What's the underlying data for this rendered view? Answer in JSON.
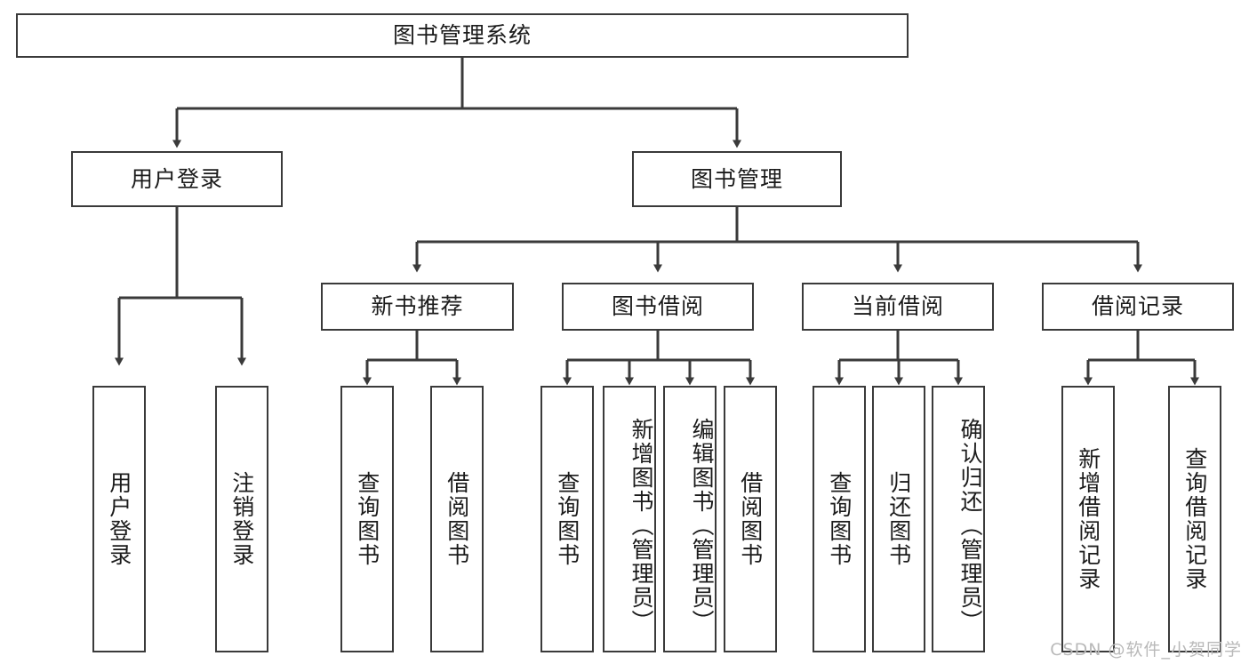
{
  "diagram": {
    "type": "tree",
    "title": "图书管理系统",
    "root": {
      "label": "图书管理系统",
      "orientation": "horizontal"
    },
    "level2": [
      {
        "label": "用户登录",
        "orientation": "horizontal"
      },
      {
        "label": "图书管理",
        "orientation": "horizontal"
      }
    ],
    "level3": [
      {
        "label": "新书推荐",
        "orientation": "horizontal"
      },
      {
        "label": "图书借阅",
        "orientation": "horizontal"
      },
      {
        "label": "当前借阅",
        "orientation": "horizontal"
      },
      {
        "label": "借阅记录",
        "orientation": "horizontal"
      }
    ],
    "leaves": {
      "user_login": [
        {
          "label": "用户登录",
          "orientation": "vertical"
        },
        {
          "label": "注销登录",
          "orientation": "vertical"
        }
      ],
      "new_book_recommend": [
        {
          "label": "查询图书",
          "orientation": "vertical"
        },
        {
          "label": "借阅图书",
          "orientation": "vertical"
        }
      ],
      "book_borrow": [
        {
          "label": "查询图书",
          "orientation": "vertical"
        },
        {
          "label": "新增图书（管理员）",
          "orientation": "vertical"
        },
        {
          "label": "编辑图书（管理员）",
          "orientation": "vertical"
        },
        {
          "label": "借阅图书",
          "orientation": "vertical"
        }
      ],
      "current_borrow": [
        {
          "label": "查询图书",
          "orientation": "vertical"
        },
        {
          "label": "归还图书",
          "orientation": "vertical"
        },
        {
          "label": "确认归还（管理员）",
          "orientation": "vertical"
        }
      ],
      "borrow_record": [
        {
          "label": "新增借阅记录",
          "orientation": "vertical"
        },
        {
          "label": "查询借阅记录",
          "orientation": "vertical"
        }
      ]
    }
  },
  "watermark": {
    "text": "CSDN @软件_小贺同学"
  },
  "colors": {
    "stroke": "#3a3a3a",
    "text": "#1b1b1b",
    "background": "#ffffff",
    "watermark": "#b9b9b9"
  }
}
